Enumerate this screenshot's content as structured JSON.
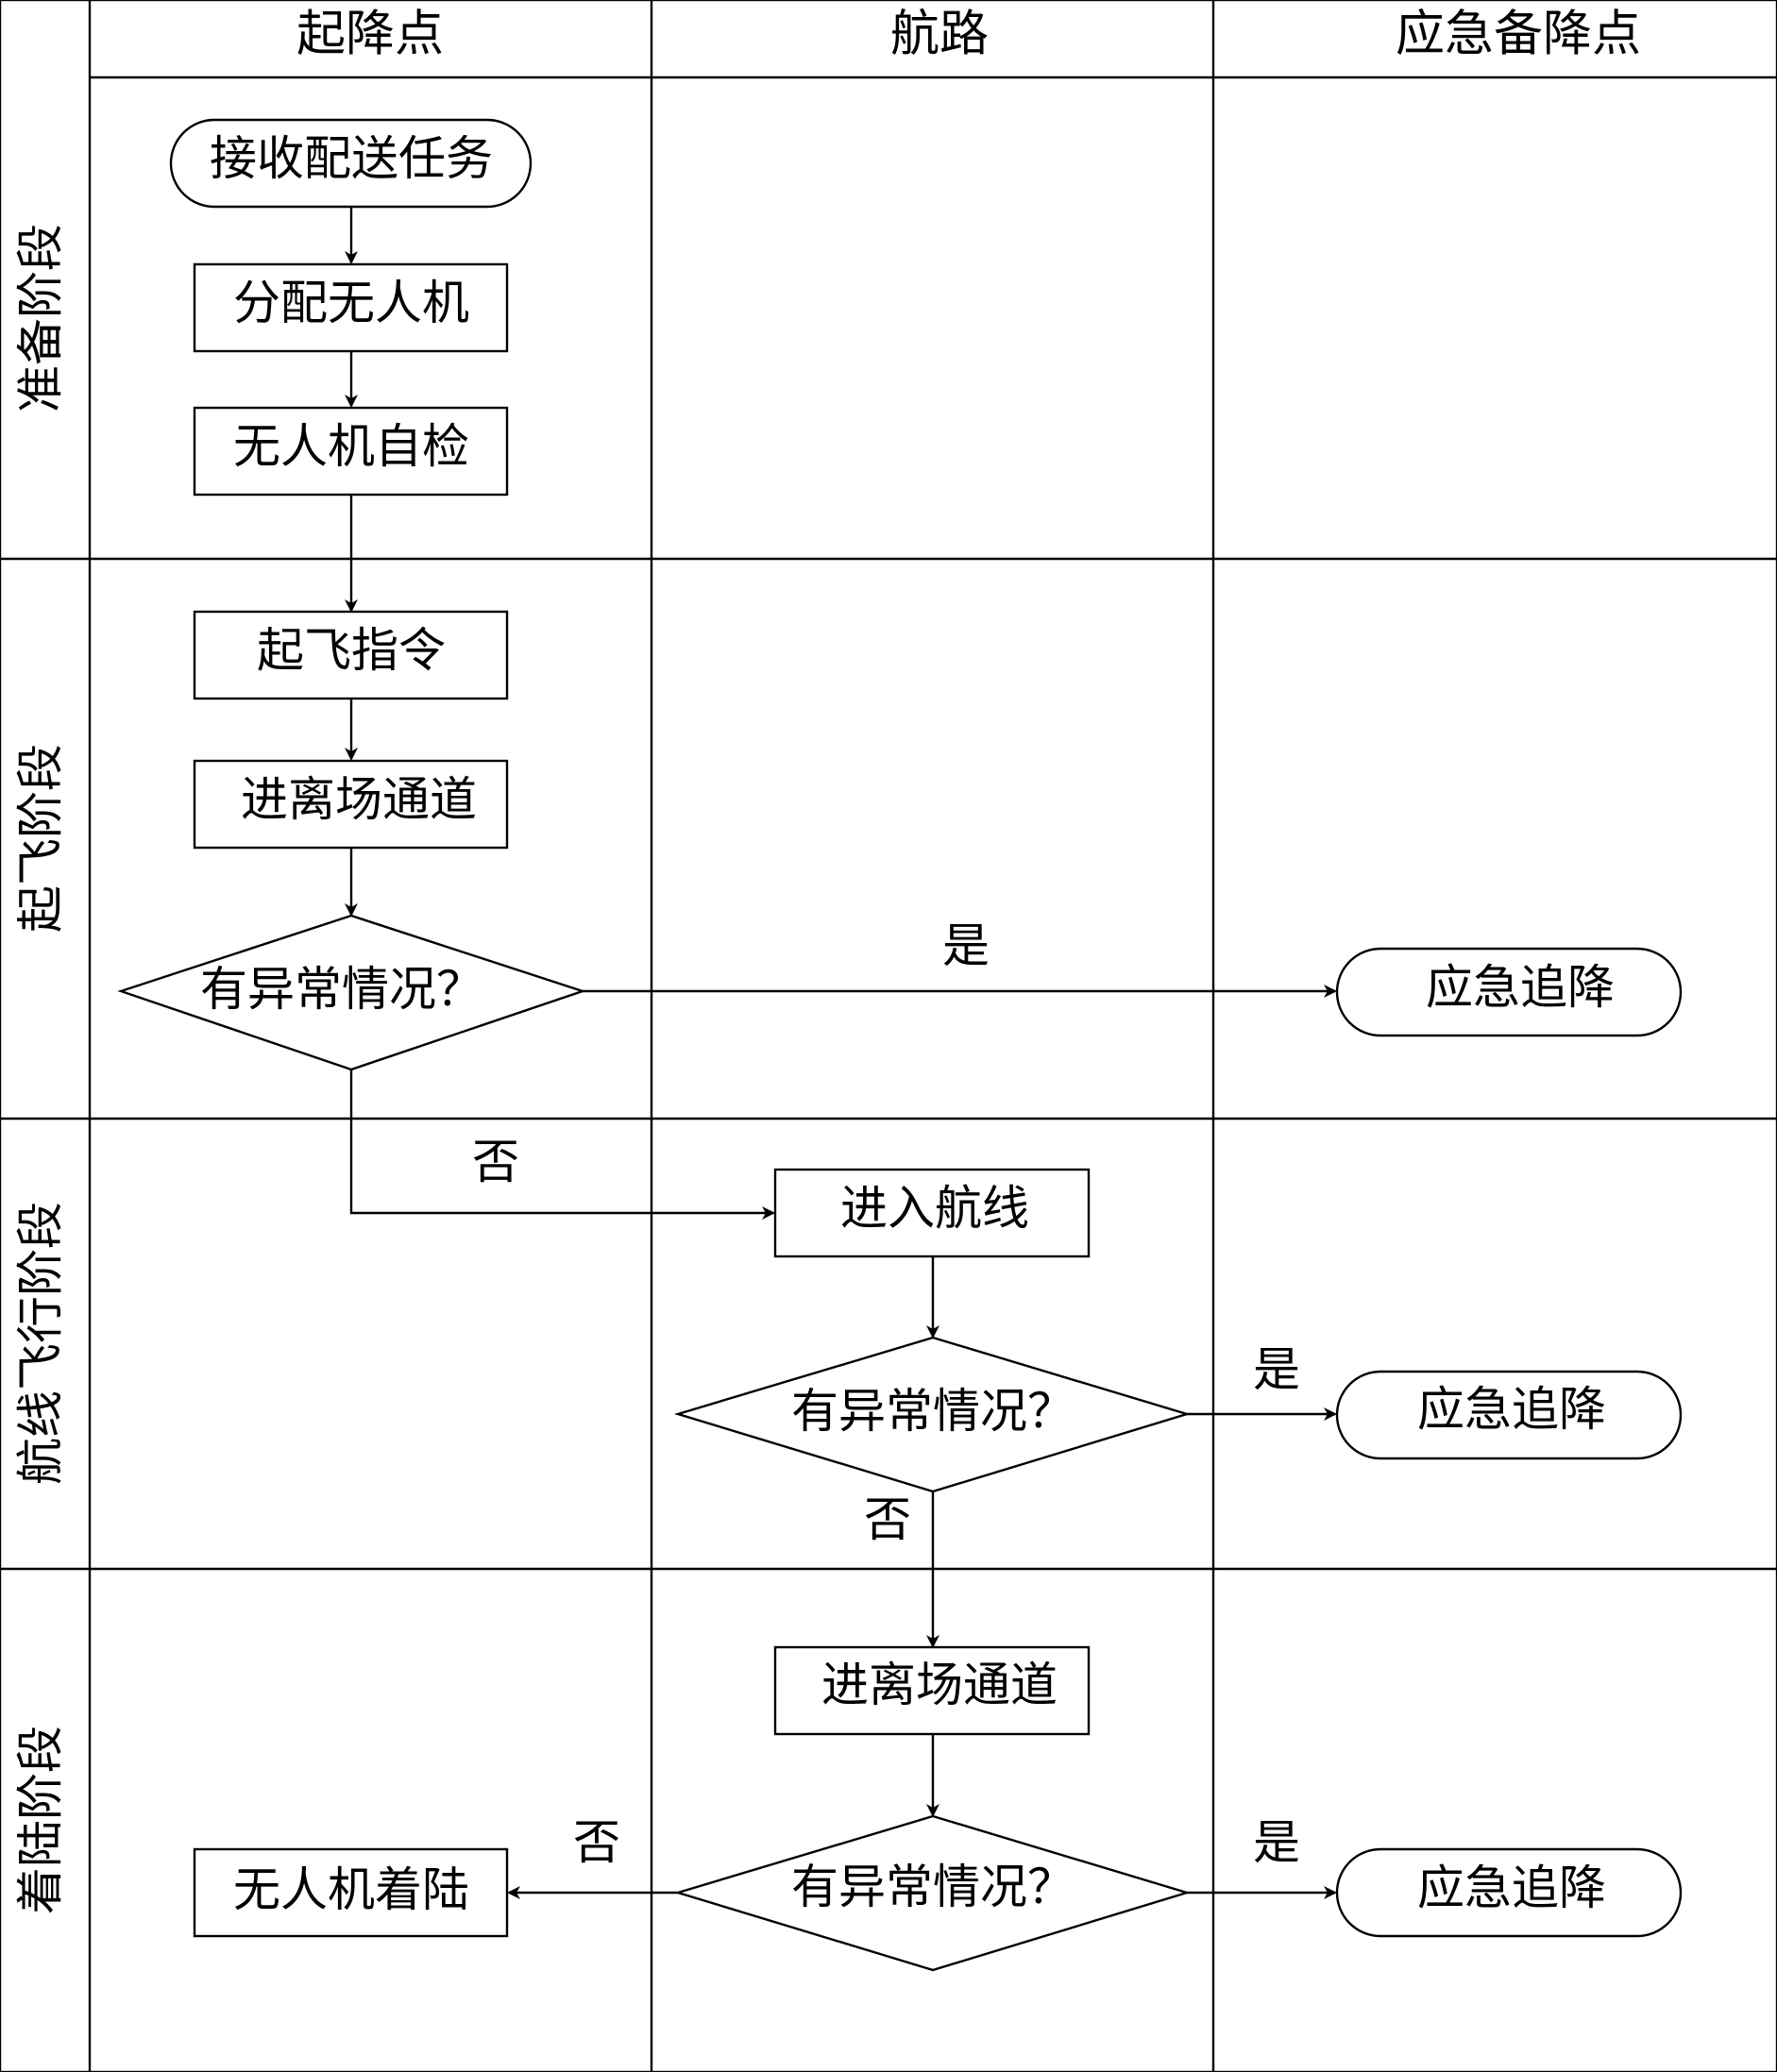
{
  "lanes": {
    "columns": [
      "起降点",
      "航路",
      "应急备降点"
    ],
    "phases": [
      "准备阶段",
      "起飞阶段",
      "航线飞行阶段",
      "着陆阶段"
    ]
  },
  "nodes": {
    "receive_task": "接收配送任务",
    "assign_uav": "分配无人机",
    "self_check": "无人机自检",
    "takeoff_cmd": "起飞指令",
    "channel_1": "进离场通道",
    "decision_1": "有异常情况？",
    "emergency_1": "应急追降",
    "enter_route": "进入航线",
    "decision_2": "有异常情况？",
    "emergency_2": "应急追降",
    "channel_2": "进离场通道",
    "decision_3": "有异常情况？",
    "emergency_3": "应急追降",
    "landing": "无人机着陆"
  },
  "edges": {
    "yes_1": "是",
    "no_1": "否",
    "yes_2": "是",
    "no_2": "否",
    "yes_3": "是",
    "no_3": "否"
  }
}
